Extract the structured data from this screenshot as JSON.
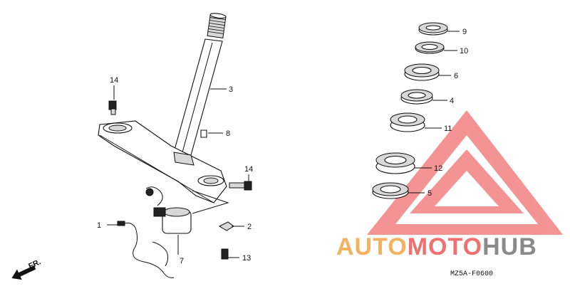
{
  "diagram_code": "MZ5A-F0600",
  "direction_label": "FR.",
  "callouts": [
    {
      "id": "c1",
      "label": "1"
    },
    {
      "id": "c2",
      "label": "2"
    },
    {
      "id": "c3",
      "label": "3"
    },
    {
      "id": "c4",
      "label": "4"
    },
    {
      "id": "c5",
      "label": "5"
    },
    {
      "id": "c6",
      "label": "6"
    },
    {
      "id": "c7",
      "label": "7"
    },
    {
      "id": "c8",
      "label": "8"
    },
    {
      "id": "c9",
      "label": "9"
    },
    {
      "id": "c10",
      "label": "10"
    },
    {
      "id": "c11",
      "label": "11"
    },
    {
      "id": "c12",
      "label": "12"
    },
    {
      "id": "c13",
      "label": "13"
    },
    {
      "id": "c14a",
      "label": "14"
    },
    {
      "id": "c14b",
      "label": "14"
    }
  ],
  "watermark": {
    "part1": "AUTO",
    "part2": "MOTO",
    "part3": "HUB",
    "color_red": "#f07070",
    "color_orange": "#f5b060",
    "color_gray": "#8a8a8a"
  }
}
